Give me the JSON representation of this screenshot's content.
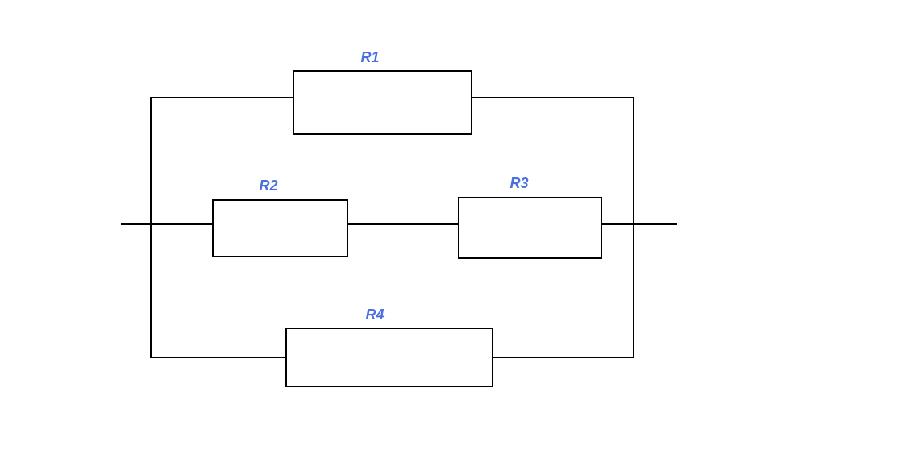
{
  "colors": {
    "label": "#4a6fe0",
    "wire": "#000000",
    "background": "#ffffff"
  },
  "resistors": [
    {
      "id": "r1",
      "label": "R1"
    },
    {
      "id": "r2",
      "label": "R2"
    },
    {
      "id": "r3",
      "label": "R3"
    },
    {
      "id": "r4",
      "label": "R4"
    }
  ]
}
